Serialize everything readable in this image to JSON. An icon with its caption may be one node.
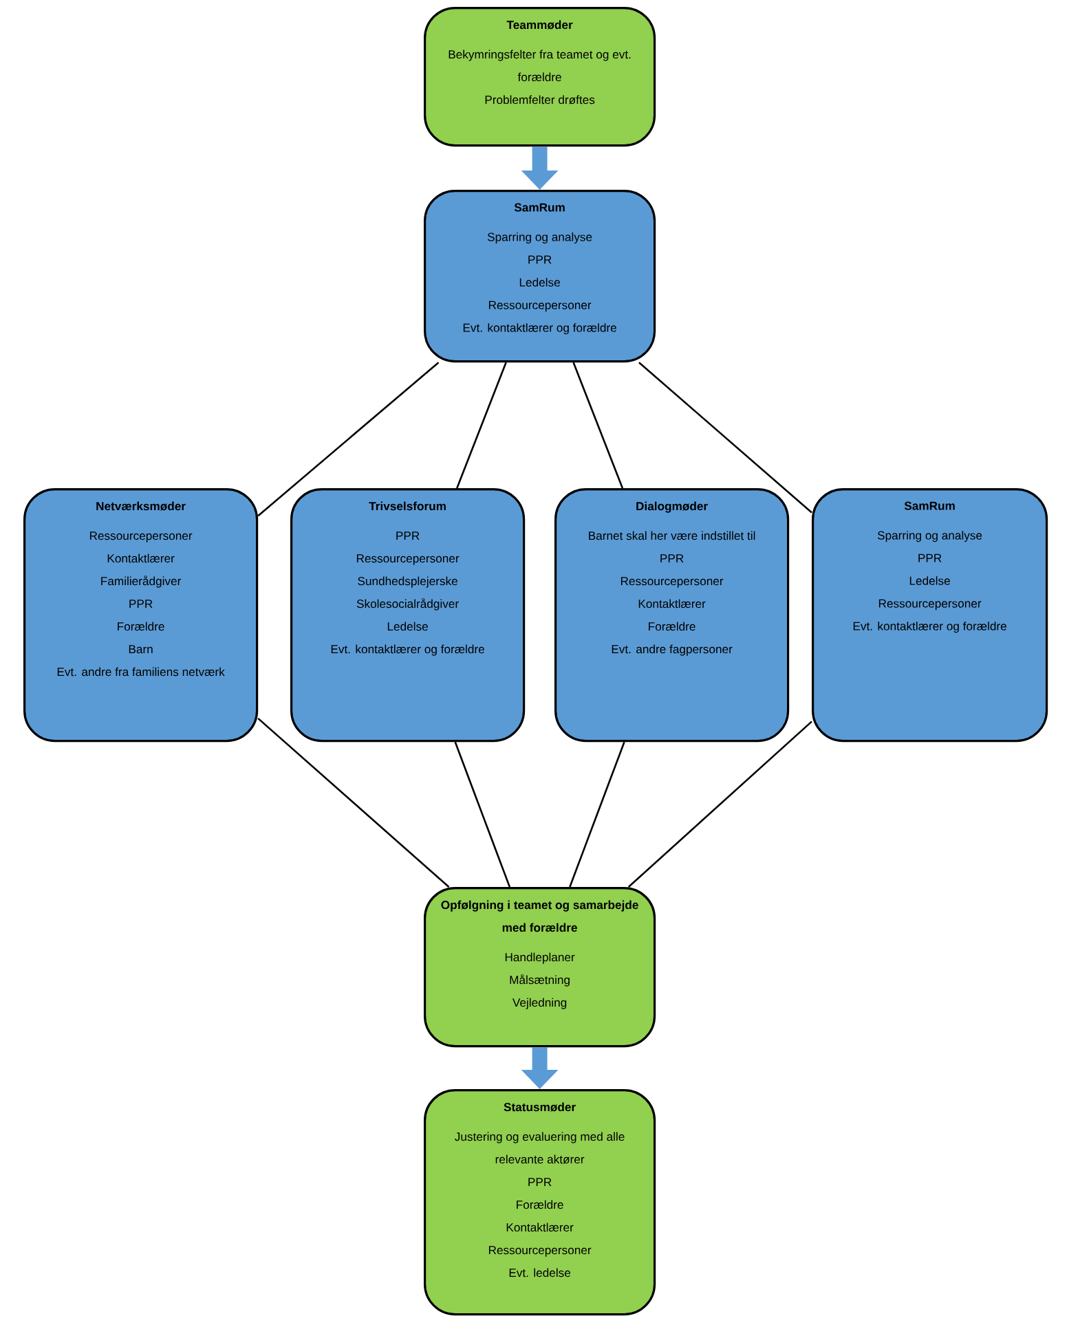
{
  "diagram": {
    "nodes": [
      {
        "text": [
          "Teammøder",
          "Bekymringsfelter fra teamet og evt. forældre",
          "Problemfelter drøftes"
        ]
      },
      {
        "text": [
          "SamRum",
          "Sparring og analyse",
          "PPR",
          "Ledelse",
          "Ressourcepersoner",
          "Evt. kontaktlærer og forældre"
        ]
      },
      {
        "text": [
          "Netværksmøder",
          "Ressourcepersoner",
          "Kontaktlærer",
          "Familierådgiver",
          "PPR",
          "Forældre",
          "Barn",
          "Evt. andre fra familiens netværk"
        ]
      },
      {
        "text": [
          "Trivselsforum",
          "PPR",
          "Ressourcepersoner",
          "Sundhedsplejerske",
          "Skolesocialrådgiver",
          "Ledelse",
          "Evt. kontaktlærer og forældre"
        ]
      },
      {
        "text": [
          "Dialogmøder",
          "Barnet skal her være indstillet til",
          "PPR",
          "Ressourcepersoner",
          "Kontaktlærer",
          "Forældre",
          "Evt. andre fagpersoner"
        ]
      },
      {
        "text": [
          "SamRum",
          "Sparring og analyse",
          "PPR",
          "Ledelse",
          "Ressourcepersoner",
          "Evt. kontaktlærer og forældre"
        ]
      },
      {
        "text": [
          "Opfølgning i teamet og samarbejde med forældre",
          "Handleplaner",
          "Målsætning",
          "Vejledning"
        ]
      },
      {
        "text": [
          "Statusmøder",
          "Justering og evaluering med alle relevante aktører",
          "PPR",
          "Forældre",
          "Kontaktlærer",
          "Ressourcepersoner",
          "Evt. ledelse"
        ]
      }
    ],
    "edges": [
      {
        "from": 0,
        "to": 1,
        "arrow": "to",
        "style": "thick",
        "color": "#5b9bd5"
      },
      {
        "from": 1,
        "to": 2,
        "arrow": "none"
      },
      {
        "from": 1,
        "to": 3,
        "arrow": "none"
      },
      {
        "from": 1,
        "to": 4,
        "arrow": "none"
      },
      {
        "from": 1,
        "to": 5,
        "arrow": "none"
      },
      {
        "from": 2,
        "to": 6,
        "arrow": "none"
      },
      {
        "from": 3,
        "to": 6,
        "arrow": "none"
      },
      {
        "from": 4,
        "to": 6,
        "arrow": "none"
      },
      {
        "from": 5,
        "to": 6,
        "arrow": "none"
      },
      {
        "from": 6,
        "to": 7,
        "arrow": "to",
        "style": "thick",
        "color": "#5b9bd5"
      }
    ]
  }
}
